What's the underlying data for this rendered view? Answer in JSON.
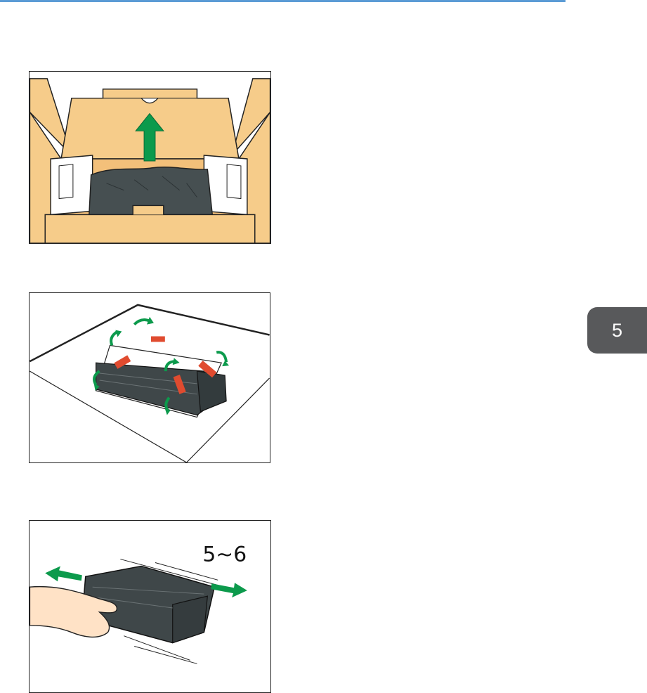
{
  "colors": {
    "rule": "#5b9bd5",
    "tab": "#58595b",
    "box": "#f6cc8a",
    "arrow": "#0c9a4c",
    "tape": "#e04b2f",
    "cartridge": "#3f4749"
  },
  "chapter_tab": {
    "number": "5"
  },
  "figures": [
    {
      "name": "step1-open-box"
    },
    {
      "name": "step2-remove-tape"
    },
    {
      "name": "step3-shake-cartridge",
      "label": "5~6"
    }
  ]
}
